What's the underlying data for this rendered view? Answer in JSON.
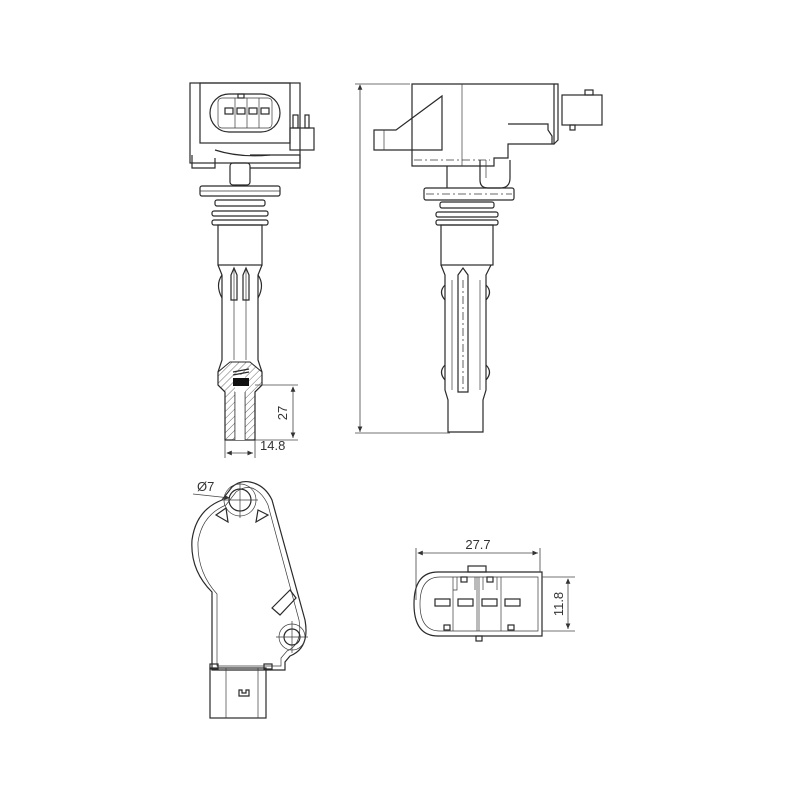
{
  "drawing": {
    "subject": "ignition coil technical drawing",
    "views": [
      "front-view",
      "side-view",
      "top-view",
      "connector-view"
    ],
    "dimensions": {
      "tip_length": "27",
      "tip_diameter": "14.8",
      "mount_hole": "Ø7",
      "connector_width": "27.7",
      "connector_height": "11.8"
    },
    "colors": {
      "line": "#2a2a2a",
      "background": "#ffffff"
    }
  }
}
